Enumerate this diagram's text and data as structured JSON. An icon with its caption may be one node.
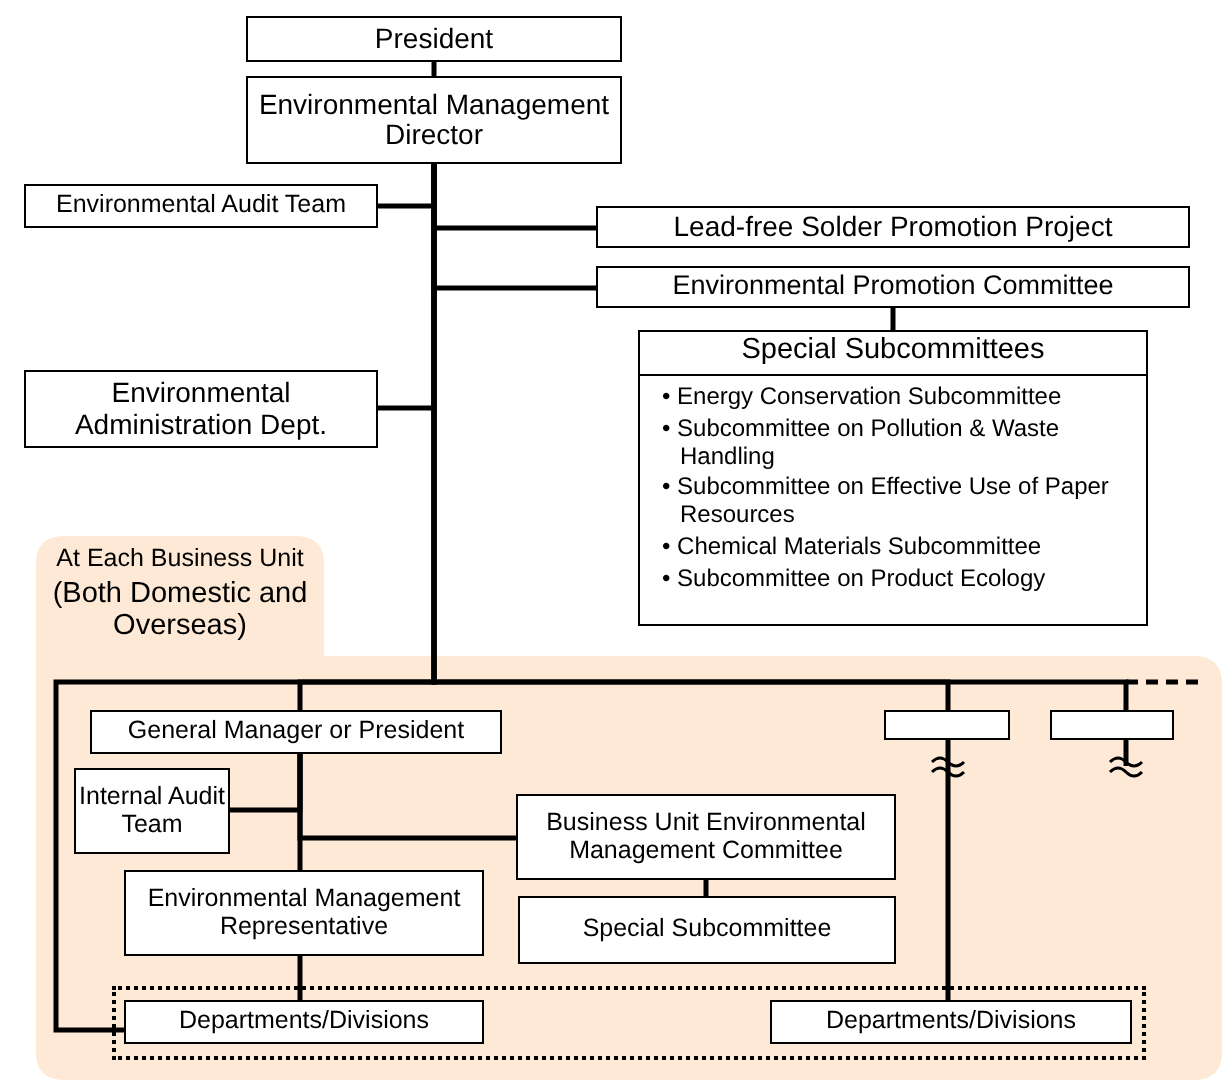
{
  "diagram": {
    "nodes": [
      {
        "text": [
          "President"
        ]
      },
      {
        "text": [
          "Environmental Management Director"
        ]
      },
      {
        "text": [
          "Environmental Audit Team"
        ]
      },
      {
        "text": [
          "Lead-free Solder Promotion Project"
        ]
      },
      {
        "text": [
          "Environmental Promotion Committee"
        ]
      },
      {
        "text": [
          "Special Subcommittees",
          "• Energy Conservation Subcommittee",
          "• Subcommittee on Pollution & Waste Handling",
          "• Subcommittee on Effective Use of Paper Resources",
          "• Chemical Materials Subcommittee",
          "• Subcommittee on Product Ecology"
        ]
      },
      {
        "text": [
          "Environmental Administration Dept."
        ]
      },
      {
        "text": [
          "At Each Business Unit",
          "(Both Domestic and Overseas)"
        ]
      },
      {
        "text": [
          "General Manager or President"
        ],
        "in": 7
      },
      {
        "text": [
          "Internal Audit Team"
        ],
        "in": 7
      },
      {
        "text": [
          "Business Unit Environmental Management Committee"
        ],
        "in": 7
      },
      {
        "text": [
          "Environmental Management Representative"
        ],
        "in": 7
      },
      {
        "text": [
          "Special Subcommittee"
        ],
        "in": 7
      },
      {
        "text": [],
        "shape": "box",
        "in": 7
      },
      {
        "text": [
          "Departments/Divisions"
        ],
        "in": 13
      },
      {
        "text": [],
        "shape": "box",
        "in": 7
      },
      {
        "text": [],
        "shape": "box",
        "in": 7
      },
      {
        "text": [
          "Departments/Divisions"
        ],
        "in": 13
      }
    ],
    "edges": [
      {
        "from": 0,
        "to": 1,
        "arrow": "none"
      },
      {
        "from": 1,
        "to": 2,
        "arrow": "none"
      },
      {
        "from": 1,
        "to": 3,
        "arrow": "none"
      },
      {
        "from": 1,
        "to": 4,
        "arrow": "none"
      },
      {
        "from": 4,
        "to": 5,
        "arrow": "none"
      },
      {
        "from": 1,
        "to": 6,
        "arrow": "none"
      },
      {
        "from": 1,
        "to": 8,
        "arrow": "none"
      },
      {
        "from": 1,
        "to": 15,
        "arrow": "none"
      },
      {
        "from": 1,
        "to": 16,
        "arrow": "none"
      },
      {
        "from": 1,
        "to": 14,
        "arrow": "none"
      },
      {
        "from": 8,
        "to": 9,
        "arrow": "none"
      },
      {
        "from": 8,
        "to": 10,
        "arrow": "none"
      },
      {
        "from": 8,
        "to": 11,
        "arrow": "none"
      },
      {
        "from": 10,
        "to": 12,
        "arrow": "none"
      },
      {
        "from": 11,
        "to": 14,
        "arrow": "none"
      },
      {
        "from": 15,
        "to": 17,
        "arrow": "none"
      }
    ]
  }
}
